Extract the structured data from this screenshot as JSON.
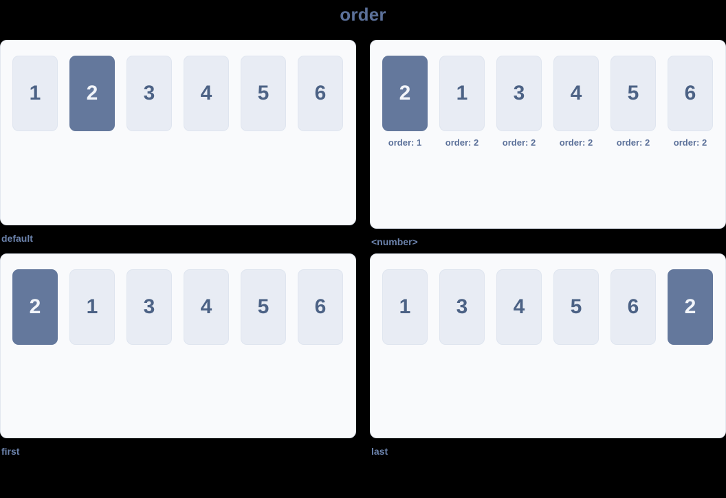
{
  "title": "order",
  "colors": {
    "background": "#000000",
    "panel_background": "#f9fafc",
    "panel_border": "#e2e7ef",
    "box_background": "#e8ecf4",
    "box_border": "#dfe5ef",
    "box_text": "#4c6285",
    "highlight_background": "#64789c",
    "highlight_text": "#f2f5fa",
    "title_text": "#5b7099",
    "caption_text": "#6b82ab",
    "order_label_text": "#5b7099"
  },
  "panels": [
    {
      "caption": "default",
      "items": [
        {
          "label": "1",
          "highlighted": false,
          "order_label": ""
        },
        {
          "label": "2",
          "highlighted": true,
          "order_label": ""
        },
        {
          "label": "3",
          "highlighted": false,
          "order_label": ""
        },
        {
          "label": "4",
          "highlighted": false,
          "order_label": ""
        },
        {
          "label": "5",
          "highlighted": false,
          "order_label": ""
        },
        {
          "label": "6",
          "highlighted": false,
          "order_label": ""
        }
      ]
    },
    {
      "caption": "<number>",
      "items": [
        {
          "label": "2",
          "highlighted": true,
          "order_label": "order: 1"
        },
        {
          "label": "1",
          "highlighted": false,
          "order_label": "order: 2"
        },
        {
          "label": "3",
          "highlighted": false,
          "order_label": "order: 2"
        },
        {
          "label": "4",
          "highlighted": false,
          "order_label": "order: 2"
        },
        {
          "label": "5",
          "highlighted": false,
          "order_label": "order: 2"
        },
        {
          "label": "6",
          "highlighted": false,
          "order_label": "order: 2"
        }
      ]
    },
    {
      "caption": "first",
      "items": [
        {
          "label": "2",
          "highlighted": true,
          "order_label": ""
        },
        {
          "label": "1",
          "highlighted": false,
          "order_label": ""
        },
        {
          "label": "3",
          "highlighted": false,
          "order_label": ""
        },
        {
          "label": "4",
          "highlighted": false,
          "order_label": ""
        },
        {
          "label": "5",
          "highlighted": false,
          "order_label": ""
        },
        {
          "label": "6",
          "highlighted": false,
          "order_label": ""
        }
      ]
    },
    {
      "caption": "last",
      "items": [
        {
          "label": "1",
          "highlighted": false,
          "order_label": ""
        },
        {
          "label": "3",
          "highlighted": false,
          "order_label": ""
        },
        {
          "label": "4",
          "highlighted": false,
          "order_label": ""
        },
        {
          "label": "5",
          "highlighted": false,
          "order_label": ""
        },
        {
          "label": "6",
          "highlighted": false,
          "order_label": ""
        },
        {
          "label": "2",
          "highlighted": true,
          "order_label": ""
        }
      ]
    }
  ]
}
